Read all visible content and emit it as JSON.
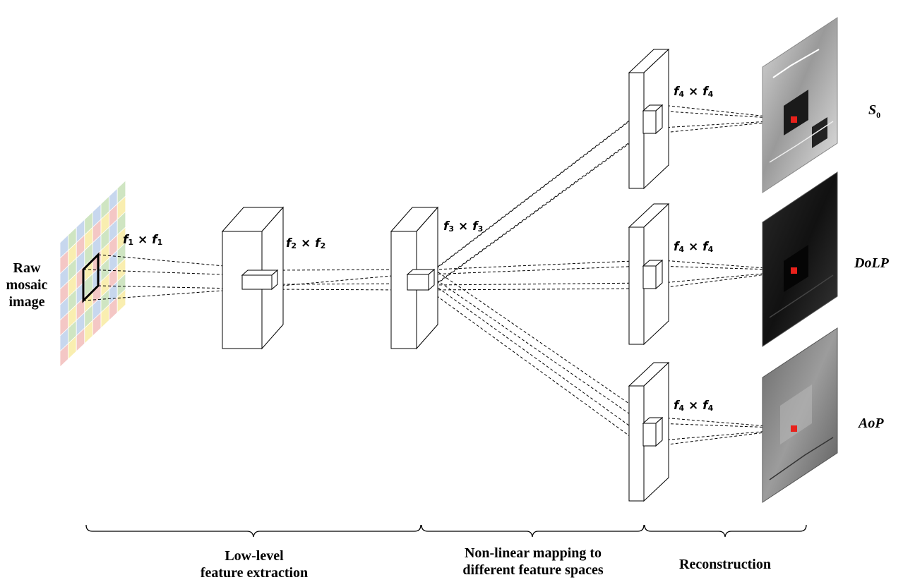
{
  "input_label": [
    "Raw",
    "mosaic",
    "image"
  ],
  "filters": {
    "f1": {
      "base": "f",
      "sub": "1"
    },
    "f2": {
      "base": "f",
      "sub": "2"
    },
    "f3": {
      "base": "f",
      "sub": "3"
    },
    "f4": {
      "base": "f",
      "sub": "4"
    },
    "times": "×"
  },
  "outputs": {
    "s0": {
      "base": "S",
      "sub": "0"
    },
    "dolp": "DoLP",
    "aop": "AoP"
  },
  "stages": {
    "low_level": [
      "Low-level",
      "feature extraction"
    ],
    "nonlinear": [
      "Non-linear mapping to",
      "different feature spaces"
    ],
    "reconstruction": "Reconstruction"
  },
  "colors": {
    "mosaic": [
      "#c7d7ee",
      "#f9eeb0",
      "#f4c7c5",
      "#cfe5c2"
    ],
    "pixel_marker": "#e8211b"
  }
}
